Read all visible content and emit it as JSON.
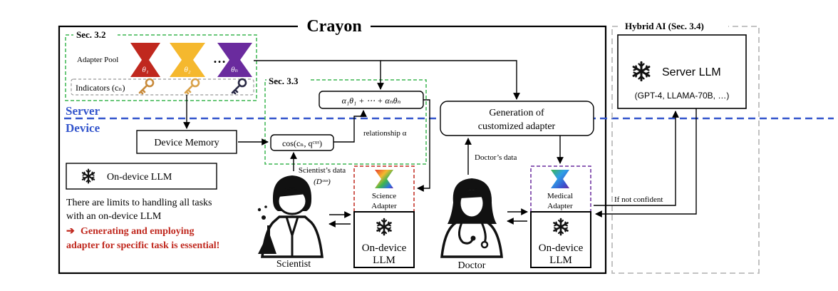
{
  "title": "Crayon",
  "sec32": {
    "label": "Sec. 3.2",
    "adapter_pool": "Adapter Pool",
    "indicators": "Indicators (cₙ)",
    "theta1": "θ₁",
    "theta2": "θ₂",
    "thetaN": "θₙ",
    "ellipsis": "…"
  },
  "sec33": {
    "label": "Sec. 3.3",
    "formula": "α₁θ₁ + ⋯ + αₙθₙ",
    "cosine": "cos(cₙ, qᶜᵘˢ)",
    "relationship": "relationship α"
  },
  "server_label": "Server",
  "device_label": "Device",
  "device_memory": "Device Memory",
  "on_device_llm": "On-device LLM",
  "limits_text_1": "There are limits to handling all tasks",
  "limits_text_2": "with an on-device LLM",
  "arrow_glyph": "➔",
  "emph_text_1": "Generating and employing",
  "emph_text_2": "adapter for specific task is essential!",
  "scientist_data_1": "Scientist’s data",
  "scientist_data_2": "(Dᶜᵘˢ)",
  "science_adapter_1": "Science",
  "science_adapter_2": "Adapter",
  "ondevice_box_1": "On-device",
  "ondevice_box_2": "LLM",
  "scientist": "Scientist",
  "doctor": "Doctor",
  "generation_1": "Generation of",
  "generation_2": "customized adapter",
  "doctor_data": "Doctor’s data",
  "medical_adapter_1": "Medical",
  "medical_adapter_2": "Adapter",
  "hybrid": {
    "label": "Hybrid AI (Sec. 3.4)",
    "server_llm": "Server LLM",
    "models": "(GPT-4, LLAMA-70B, …)"
  },
  "if_not_confident": "If not confident",
  "colors": {
    "red": "#c0281e",
    "yellow": "#f5b82e",
    "purple": "#6a2b9e",
    "blue_dash": "#3355cc",
    "green_dash": "#3cb550",
    "accent_red": "#c0281e"
  }
}
